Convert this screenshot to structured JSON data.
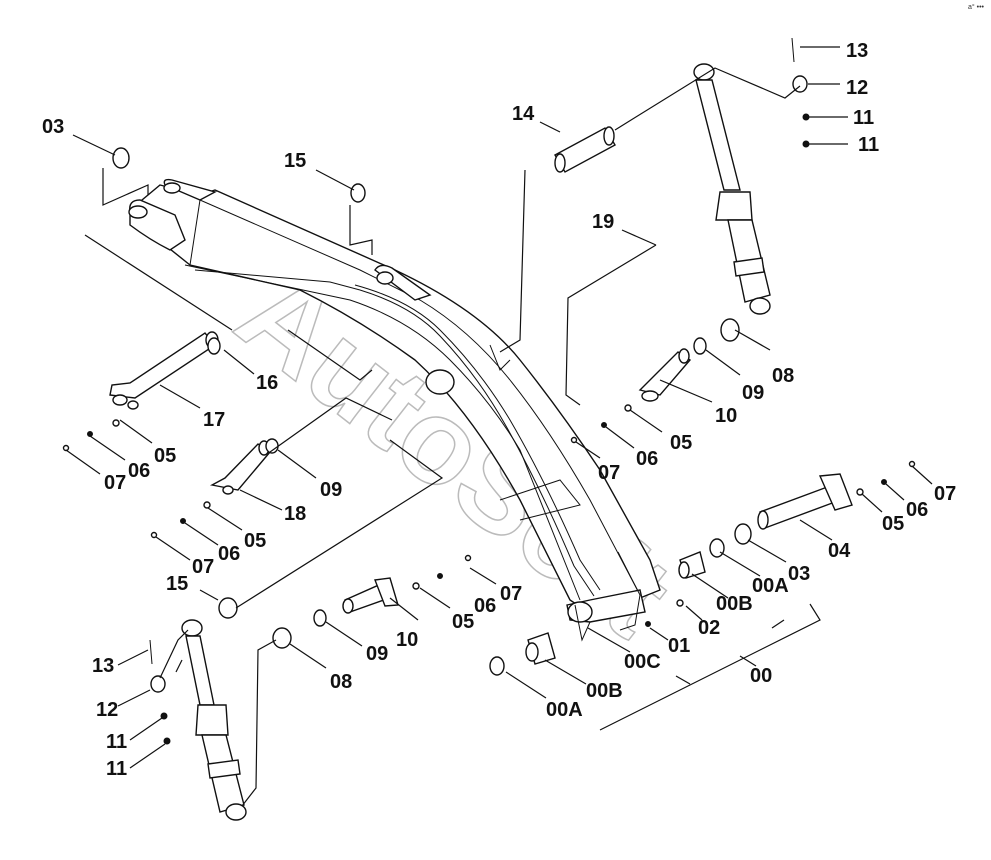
{
  "watermark": "AutoSoft",
  "corner_mark": "a° •••",
  "labels": {
    "l00": "00",
    "l00a_right": "00A",
    "l00a_bottom": "00A",
    "l00b_right": "00B",
    "l00b_bottom": "00B",
    "l00c": "00C",
    "l01": "01",
    "l02": "02",
    "l03_top": "03",
    "l03_right": "03",
    "l04": "04",
    "l05_a": "05",
    "l05_b": "05",
    "l05_c": "05",
    "l05_d": "05",
    "l05_e": "05",
    "l06_a": "06",
    "l06_b": "06",
    "l06_c": "06",
    "l06_d": "06",
    "l06_e": "06",
    "l07_a": "07",
    "l07_b": "07",
    "l07_c": "07",
    "l07_d": "07",
    "l07_e": "07",
    "l08_right": "08",
    "l08_bottom": "08",
    "l09_a": "09",
    "l09_right": "09",
    "l09_bottom": "09",
    "l10_right": "10",
    "l10_bottom": "10",
    "l11_a": "11",
    "l11_b": "11",
    "l11_c": "11",
    "l11_d": "11",
    "l12_right": "12",
    "l12_left": "12",
    "l13_right": "13",
    "l13_left": "13",
    "l14": "14",
    "l15_top": "15",
    "l15_left": "15",
    "l16": "16",
    "l17": "17",
    "l18": "18",
    "l19": "19"
  }
}
